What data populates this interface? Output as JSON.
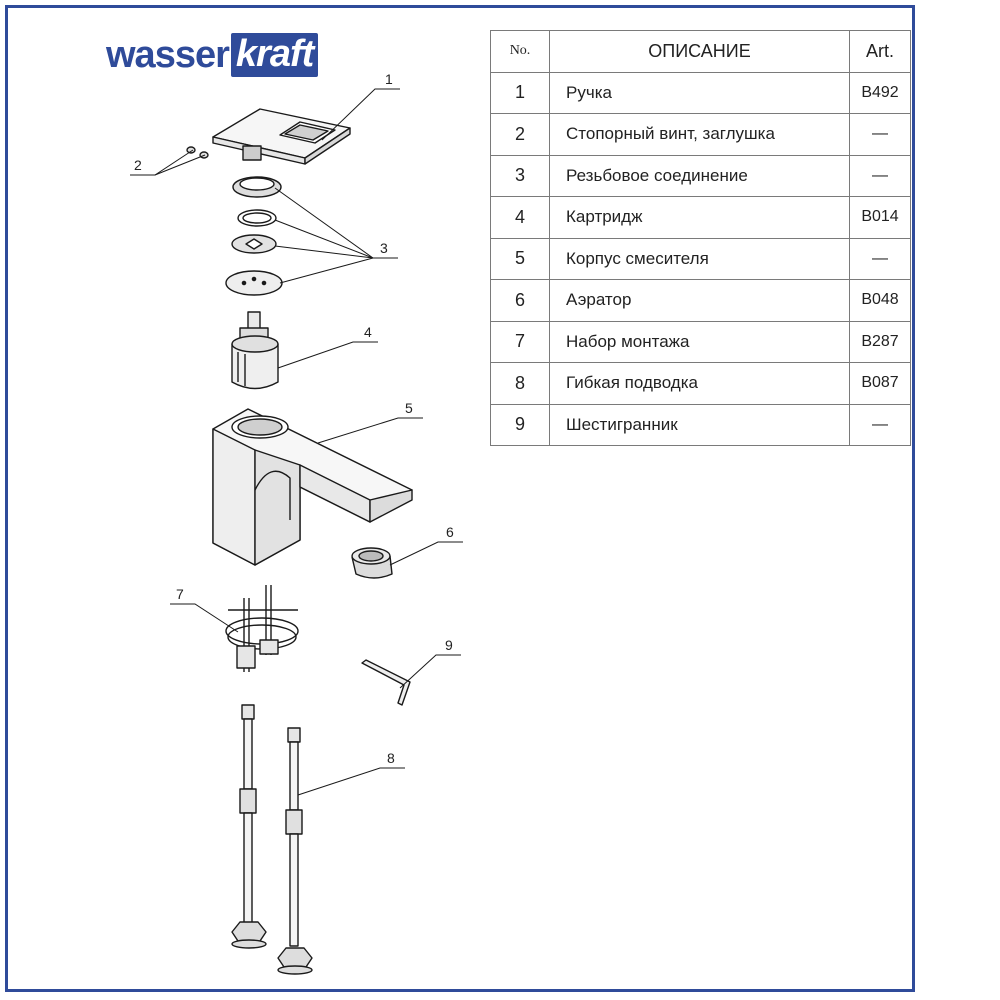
{
  "brand": {
    "plain": "wasser",
    "boxed": "kraft",
    "color": "#2f4b9a"
  },
  "table": {
    "headers": {
      "no": "No.",
      "description": "ОПИСАНИЕ",
      "art": "Art."
    },
    "rows": [
      {
        "no": "1",
        "description": "Ручка",
        "art": "B492"
      },
      {
        "no": "2",
        "description": "Стопорный винт, заглушка",
        "art": "—"
      },
      {
        "no": "3",
        "description": "Резьбовое соединение",
        "art": "—"
      },
      {
        "no": "4",
        "description": "Картридж",
        "art": "B014"
      },
      {
        "no": "5",
        "description": "Корпус смесителя",
        "art": "—"
      },
      {
        "no": "6",
        "description": "Аэратор",
        "art": "B048"
      },
      {
        "no": "7",
        "description": "Набор монтажа",
        "art": "B287"
      },
      {
        "no": "8",
        "description": "Гибкая подводка",
        "art": "B087"
      },
      {
        "no": "9",
        "description": "Шестигранник",
        "art": "—"
      }
    ]
  },
  "callouts": [
    "1",
    "2",
    "3",
    "4",
    "5",
    "6",
    "7",
    "8",
    "9"
  ]
}
